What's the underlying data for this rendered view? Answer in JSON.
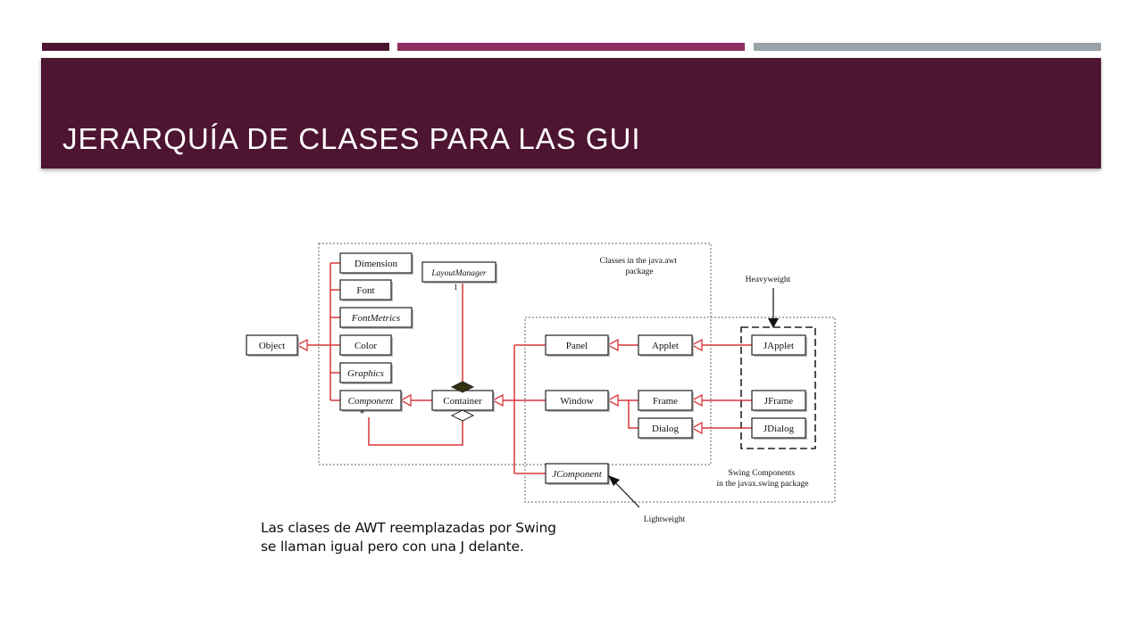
{
  "colors": {
    "title_band": "#4e1533",
    "bar_dark": "#4e1533",
    "bar_mid": "#8e2f63",
    "bar_gray": "#9aa3a8",
    "title_text": "#ffffff",
    "connector": "#d9373a",
    "box_border": "#222222",
    "composition": "#333311"
  },
  "slide": {
    "title": "JERARQUÍA DE CLASES PARA LAS GUI"
  },
  "diagram": {
    "classes": {
      "object": "Object",
      "dimension": "Dimension",
      "font": "Font",
      "fontmetrics": "FontMetrics",
      "color": "Color",
      "graphics": "Graphics",
      "component": "Component",
      "layoutmanager": "LayoutManager",
      "container": "Container",
      "panel": "Panel",
      "applet": "Applet",
      "window": "Window",
      "frame": "Frame",
      "dialog": "Dialog",
      "japplet": "JApplet",
      "jframe": "JFrame",
      "jdialog": "JDialog",
      "jcomponent": "JComponent"
    },
    "multiplicity": {
      "layout_one": "1",
      "component_many": "*"
    },
    "labels": {
      "awt_package": [
        "Classes in the java.awt",
        "package"
      ],
      "heavyweight": "Heavyweight",
      "swing_package": [
        "Swing Components",
        "in the javax.swing package"
      ],
      "lightweight": "Lightweight"
    }
  },
  "caption": {
    "line1": "Las clases de AWT reemplazadas por Swing",
    "line2": "se llaman igual pero con una J delante."
  }
}
